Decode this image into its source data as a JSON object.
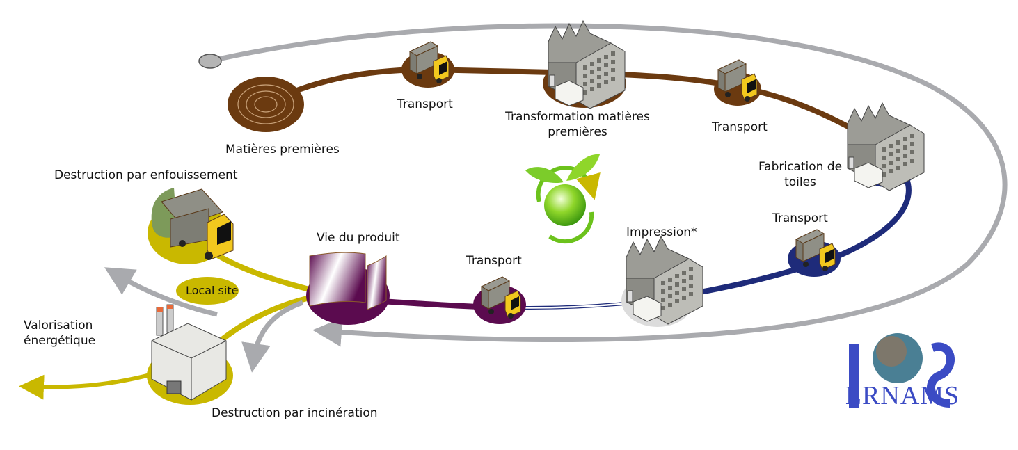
{
  "labels": {
    "raw_materials": "Matières premières",
    "transport_1": "Transport",
    "transformation_line1": "Transformation matières",
    "transformation_line2": "premières",
    "transport_2": "Transport",
    "fabric_line1": "Fabrication de",
    "fabric_line2": "toiles",
    "transport_3": "Transport",
    "printing": "Impression*",
    "transport_4": "Transport",
    "product_life": "Vie du produit",
    "landfill": "Destruction par enfouissement",
    "local_site": "Local site",
    "energy_line1": "Valorisation",
    "energy_line2": "énergétique",
    "incineration": "Destruction par incinération"
  },
  "logo": {
    "text": "LRNAMS"
  },
  "colors": {
    "loop_gray": "#a9aaae",
    "supply_brown": "#6b3a10",
    "fabric_navy": "#1e2b7a",
    "product_purple": "#5b0b4f",
    "end_of_life_olive": "#c9b800",
    "recycle_green": "#6cc21c",
    "logo_blue": "#3b4bc4"
  }
}
